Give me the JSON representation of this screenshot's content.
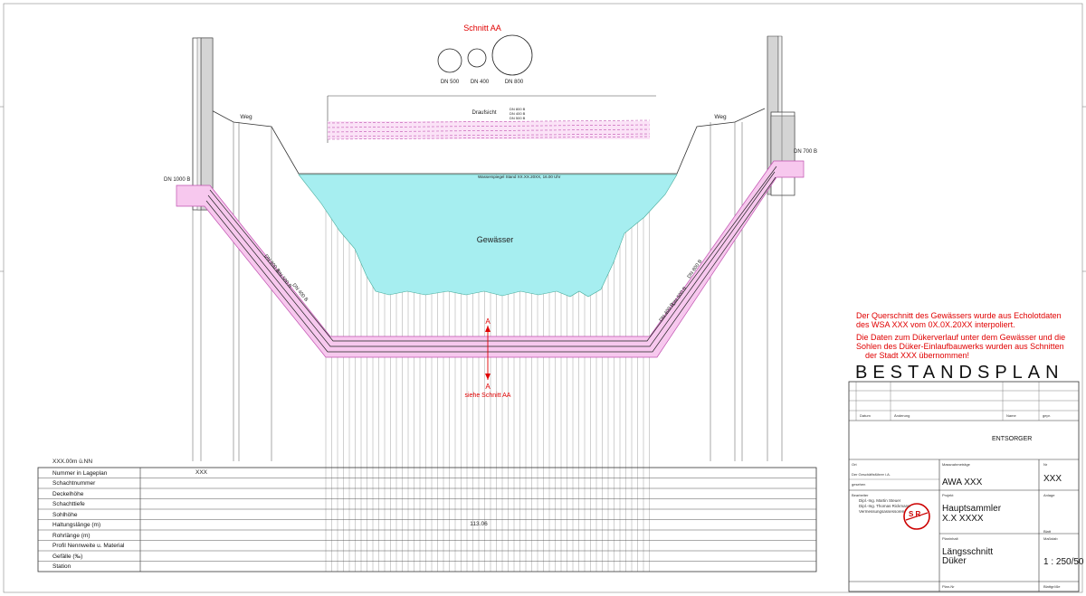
{
  "section": {
    "title": "Schnitt AA",
    "circles": [
      {
        "label": "DN 500"
      },
      {
        "label": "DN 400"
      },
      {
        "label": "DN 800"
      }
    ]
  },
  "plan_view": {
    "label": "Draufsicht",
    "pipe_labels": [
      "DN 800 B",
      "DN 400 B",
      "DN 500 B"
    ]
  },
  "water": {
    "label": "Gewässer",
    "level_text": "Wasserspiegel Stand XX.XX.20XX, 16.00 Uhr"
  },
  "banks": {
    "left_path": "Weg",
    "right_path": "Weg"
  },
  "pipes": {
    "left_shaft": "DN 1000 B",
    "right_shaft": "DN 700 B",
    "left_slope_1": "DN 800 B",
    "left_slope_2": "DN 500 B",
    "left_slope_3": "DN 400 B",
    "right_slope_1": "DN 800 B",
    "right_slope_2": "DN 500 B",
    "right_slope_3": "DN 400 B"
  },
  "section_marker": {
    "top": "A",
    "bottom": "A",
    "ref": "siehe Schnitt AA"
  },
  "notes": {
    "line1": "Der Querschnitt des Gewässers wurde aus Echolotdaten",
    "line2": "des WSA XXX vom 0X.0X.20XX interpoliert.",
    "line3": "Die Daten zum Dükerverlauf unter dem Gewässer und die",
    "line4": "Sohlen des Düker-Einlaufbauwerks wurden aus Schnitten",
    "line5": "der Stadt XXX übernommen!"
  },
  "profile_table": {
    "datum": "XXX.00m ü.NN",
    "rows": [
      "Nummer in Lageplan",
      "Schachtnummer",
      "Deckelhöhe",
      "Schachttiefe",
      "Sohlhöhe",
      "Haltungslänge (m)",
      "Rohrlänge (m)",
      "Profil Nennweite u. Material",
      "Gefälle (‰)",
      "Station"
    ],
    "nummer_value": "XXX",
    "haltungslaenge_value": "113.06"
  },
  "title_block": {
    "heading": "BESTANDSPLAN",
    "rev_headers": [
      "Datum",
      "Änderung",
      "Name",
      "gepr."
    ],
    "owner": "ENTSORGER",
    "ort_label": "Ort",
    "ort_text": "Der Geschäftsführer i.A.",
    "ort_sub": "gesehen",
    "massnahme_label": "Massnahmeträge",
    "massnahme_value": "AWA XXX",
    "nr_label": "Nr",
    "nr_value": "XXX",
    "projekt_label": "Projekt",
    "projekt_line1": "Hauptsammler",
    "projekt_line2": "X.X  XXXX",
    "anlage_label": "Anlage",
    "blatt_label": "Blatt",
    "planinhalt_label": "Planinhalt",
    "planinhalt_line1": "Längsschnitt",
    "planinhalt_line2": "Düker",
    "massstab_label": "Maßstab",
    "massstab_value": "1 : 250/50",
    "plan_nr_label": "Plan-Nr",
    "blattgroesse_label": "Blattgröße",
    "bearbeiter_label": "Bearbeiter",
    "bearbeiter_1": "Dipl.-Ing. Martin Steuer",
    "bearbeiter_2": "Dipl.-Ing. Thomas Rickmann",
    "bearbeiter_3": "Vermessungsassessoren",
    "logo_letters": "S R"
  },
  "colors": {
    "water": "#a6eef0",
    "pipe_fill": "#f7c8ee",
    "pipe_line": "#c050b0",
    "shaft_fill": "#d4d4d4",
    "note_red": "#e00000"
  }
}
